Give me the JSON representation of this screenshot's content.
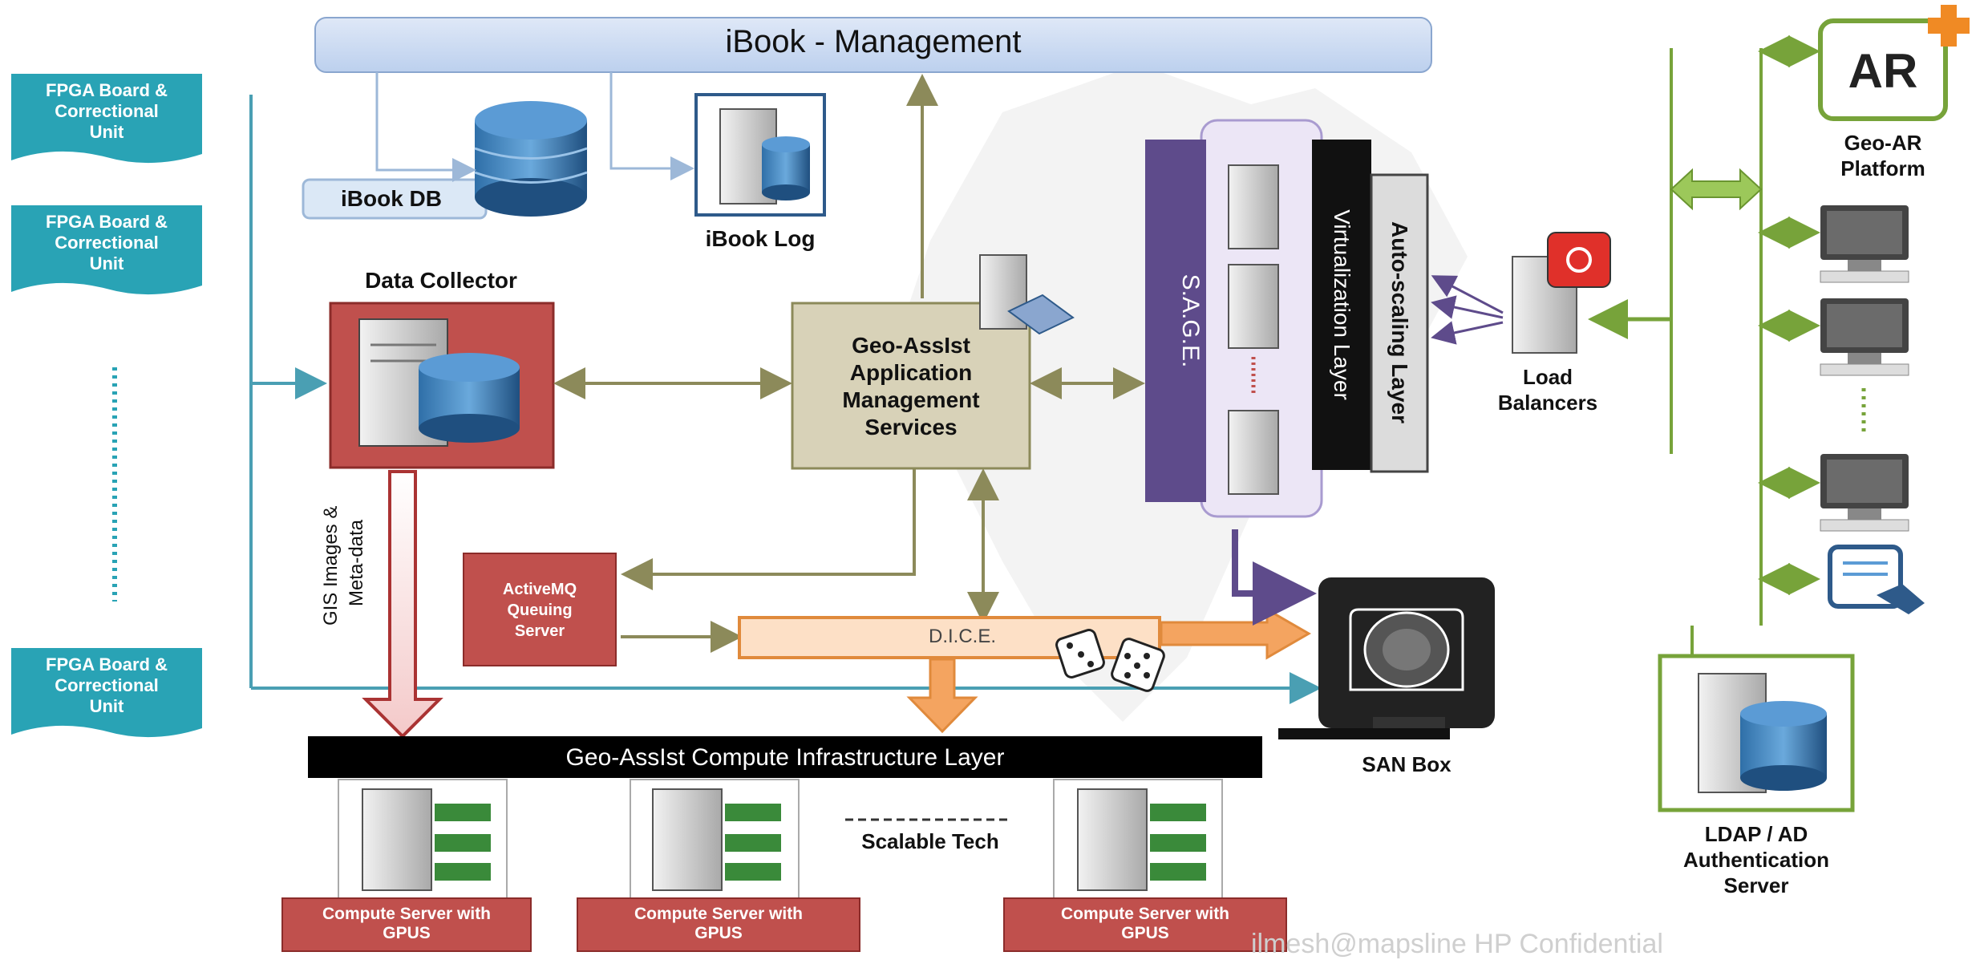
{
  "header": {
    "title": "iBook - Management"
  },
  "fpga_units": [
    {
      "label": "FPGA Board &\nCorrectional\nUnit"
    },
    {
      "label": "FPGA Board &\nCorrectional\nUnit"
    },
    {
      "label": "FPGA Board &\nCorrectional\nUnit"
    }
  ],
  "ibook_db": {
    "label": "iBook DB"
  },
  "ibook_log": {
    "label": "iBook Log"
  },
  "data_collector": {
    "label": "Data Collector"
  },
  "app_services": {
    "label": "Geo-AssIst\nApplication\nManagement\nServices"
  },
  "sage": {
    "label": "S.A.G.E."
  },
  "virtualization": {
    "label": "Virtualization Layer"
  },
  "autoscaling": {
    "label": "Auto-scaling Layer"
  },
  "load_balancers": {
    "label": "Load\nBalancers"
  },
  "geo_ar": {
    "badge": "AR",
    "label": "Geo-AR\nPlatform"
  },
  "activemq": {
    "label": "ActiveMQ\nQueuing\nServer"
  },
  "dice": {
    "label": "D.I.C.E."
  },
  "gis_arrow": {
    "label": "GIS Images &\nMeta-data"
  },
  "san_box": {
    "label": "SAN Box"
  },
  "compute_layer": {
    "label": "Geo-AssIst Compute Infrastructure Layer"
  },
  "scalable_tech": {
    "label": "Scalable Tech"
  },
  "compute_servers": [
    {
      "label": "Compute Server with\nGPUS"
    },
    {
      "label": "Compute Server with\nGPUS"
    },
    {
      "label": "Compute Server with\nGPUS"
    }
  ],
  "ldap": {
    "label": "LDAP / AD\nAuthentication\nServer"
  },
  "footer_text": "ilmesh@mapsline HP Confidential",
  "colors": {
    "fpga_fill": "#29a3b5",
    "server_red": "#c0504d",
    "beige": "#d8d2b8",
    "sage_purple": "#5e4b8b",
    "arrow_olive": "#8c8a5a",
    "arrow_green": "#77a33a",
    "dice_orange": "#f4a460"
  }
}
